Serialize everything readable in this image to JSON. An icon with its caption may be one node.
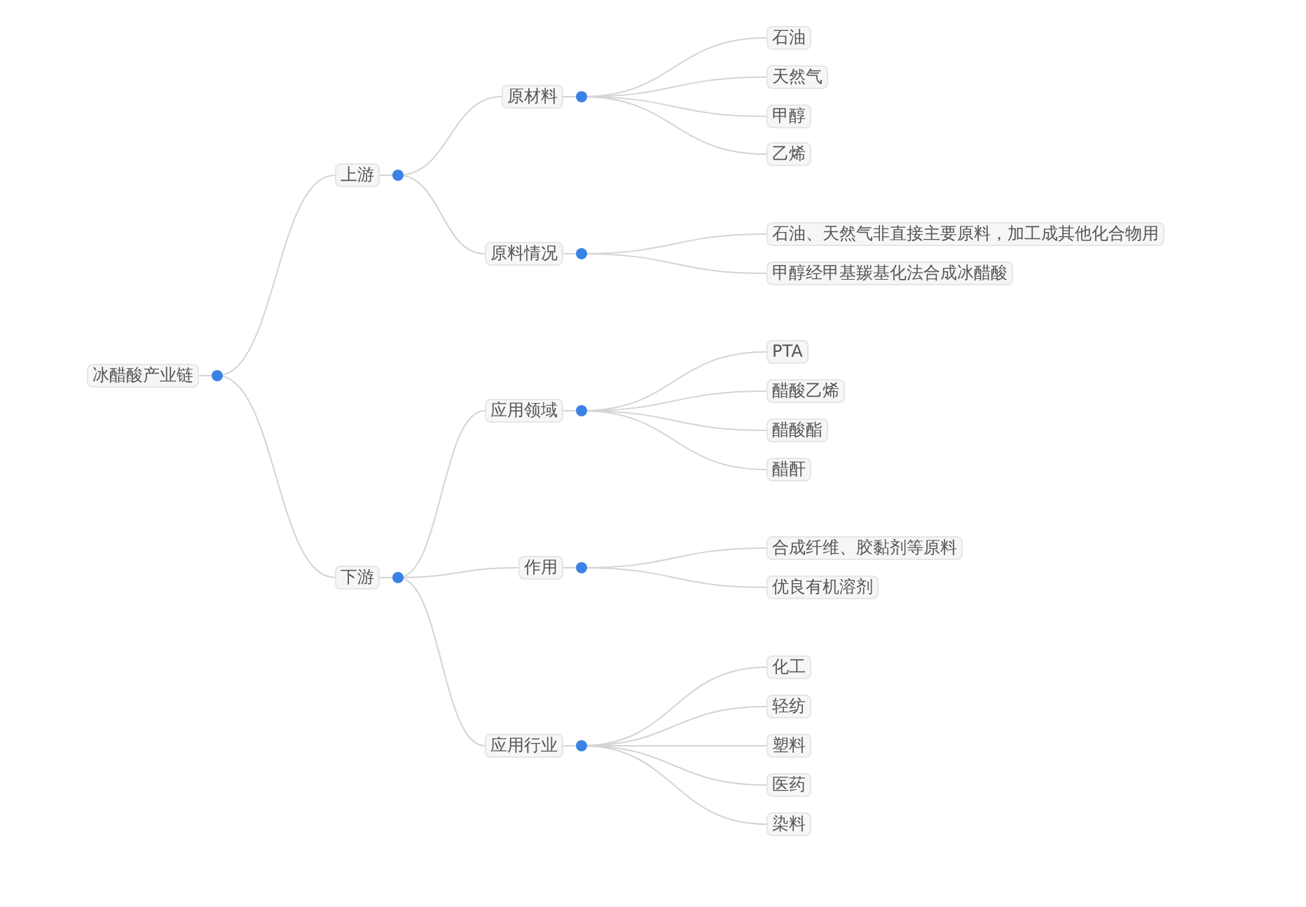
{
  "diagram": {
    "nodes": [
      {
        "text": [
          "冰醋酸产业链"
        ]
      },
      {
        "text": [
          "上游"
        ]
      },
      {
        "text": [
          "原材料"
        ]
      },
      {
        "text": [
          "石油"
        ]
      },
      {
        "text": [
          "天然气"
        ]
      },
      {
        "text": [
          "甲醇"
        ]
      },
      {
        "text": [
          "乙烯"
        ]
      },
      {
        "text": [
          "原料情况"
        ]
      },
      {
        "text": [
          "石油、天然气非直接主要原料，加工成其他化合物用"
        ]
      },
      {
        "text": [
          "甲醇经甲基羰基化法合成冰醋酸"
        ]
      },
      {
        "text": [
          "下游"
        ]
      },
      {
        "text": [
          "应用领域"
        ]
      },
      {
        "text": [
          "PTA"
        ]
      },
      {
        "text": [
          "醋酸乙烯"
        ]
      },
      {
        "text": [
          "醋酸酯"
        ]
      },
      {
        "text": [
          "醋酐"
        ]
      },
      {
        "text": [
          "作用"
        ]
      },
      {
        "text": [
          "合成纤维、胶黏剂等原料"
        ]
      },
      {
        "text": [
          "优良有机溶剂"
        ]
      },
      {
        "text": [
          "应用行业"
        ]
      },
      {
        "text": [
          "化工"
        ]
      },
      {
        "text": [
          "轻纺"
        ]
      },
      {
        "text": [
          "塑料"
        ]
      },
      {
        "text": [
          "医药"
        ]
      },
      {
        "text": [
          "染料"
        ]
      }
    ],
    "edges": [
      {
        "from": 0,
        "to": 1,
        "arrow": "none"
      },
      {
        "from": 1,
        "to": 2,
        "arrow": "none"
      },
      {
        "from": 2,
        "to": 3,
        "arrow": "none"
      },
      {
        "from": 2,
        "to": 4,
        "arrow": "none"
      },
      {
        "from": 2,
        "to": 5,
        "arrow": "none"
      },
      {
        "from": 2,
        "to": 6,
        "arrow": "none"
      },
      {
        "from": 1,
        "to": 7,
        "arrow": "none"
      },
      {
        "from": 7,
        "to": 8,
        "arrow": "none"
      },
      {
        "from": 7,
        "to": 9,
        "arrow": "none"
      },
      {
        "from": 0,
        "to": 10,
        "arrow": "none"
      },
      {
        "from": 10,
        "to": 11,
        "arrow": "none"
      },
      {
        "from": 11,
        "to": 12,
        "arrow": "none"
      },
      {
        "from": 11,
        "to": 13,
        "arrow": "none"
      },
      {
        "from": 11,
        "to": 14,
        "arrow": "none"
      },
      {
        "from": 11,
        "to": 15,
        "arrow": "none"
      },
      {
        "from": 10,
        "to": 16,
        "arrow": "none"
      },
      {
        "from": 16,
        "to": 17,
        "arrow": "none"
      },
      {
        "from": 16,
        "to": 18,
        "arrow": "none"
      },
      {
        "from": 10,
        "to": 19,
        "arrow": "none"
      },
      {
        "from": 19,
        "to": 20,
        "arrow": "none"
      },
      {
        "from": 19,
        "to": 21,
        "arrow": "none"
      },
      {
        "from": 19,
        "to": 22,
        "arrow": "none"
      },
      {
        "from": 19,
        "to": 23,
        "arrow": "none"
      },
      {
        "from": 19,
        "to": 24,
        "arrow": "none"
      }
    ]
  }
}
